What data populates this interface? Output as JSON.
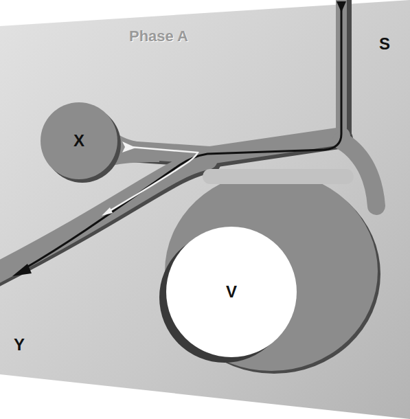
{
  "diagram": {
    "title": "Phase A",
    "nodes": [
      {
        "text": [
          "X"
        ]
      },
      {
        "text": [
          "V"
        ]
      }
    ],
    "labels": [
      "S",
      "Y"
    ]
  }
}
